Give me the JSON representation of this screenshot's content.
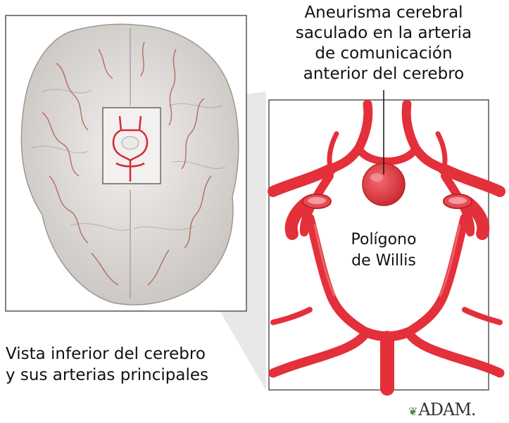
{
  "captions": {
    "aneurysm_label": "Aneurisma cerebral sacculado en la arteria de comunicación anterior del cerebro",
    "aneurysm_lines": [
      "Aneurisma cerebral",
      "saculado en la arteria",
      "de comunicación",
      "anterior del cerebro"
    ],
    "willis_lines": [
      "Polígono",
      "de Willis"
    ],
    "view_lines": [
      "Vista inferior del cerebro",
      "y sus arterias principales"
    ]
  },
  "logo": {
    "text": "ADAM."
  },
  "colors": {
    "artery": "#e3303a",
    "artery_dark": "#b8222b",
    "brain": "#e6e3e0",
    "frame": "#555555"
  }
}
